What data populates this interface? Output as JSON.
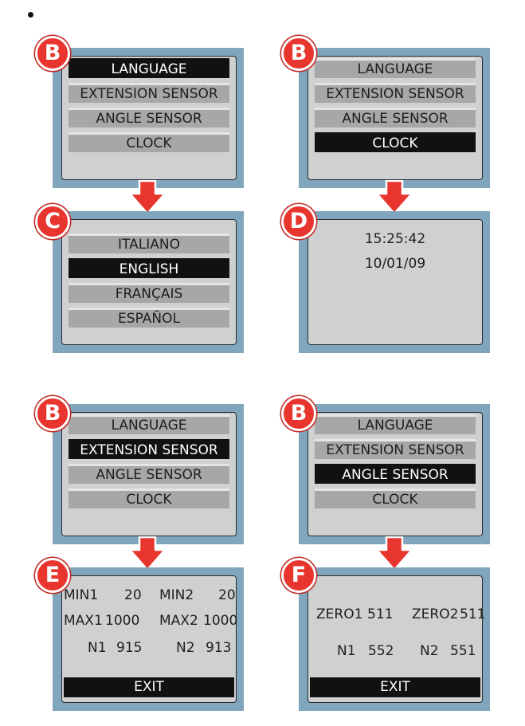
{
  "menu": {
    "language": "LANGUAGE",
    "extension_sensor": "EXTENSION SENSOR",
    "angle_sensor": "ANGLE SENSOR",
    "clock": "CLOCK"
  },
  "badges": {
    "b": "B",
    "c": "C",
    "d": "D",
    "e": "E",
    "f": "F"
  },
  "language_options": {
    "italiano": "ITALIANO",
    "english": "ENGLISH",
    "francais": "FRANÇAIS",
    "espanol": "ESPAÑOL"
  },
  "clock_screen": {
    "time": "15:25:42",
    "date": "10/01/09"
  },
  "extension_screen": {
    "min1_label": "MIN1",
    "min1_value": "20",
    "min2_label": "MIN2",
    "min2_value": "20",
    "max1_label": "MAX1",
    "max1_value": "1000",
    "max2_label": "MAX2",
    "max2_value": "1000",
    "n1_label": "N1",
    "n1_value": "915",
    "n2_label": "N2",
    "n2_value": "913",
    "exit": "EXIT"
  },
  "angle_screen": {
    "zero1_label": "ZERO1",
    "zero1_value": "511",
    "zero2_label": "ZERO2",
    "zero2_value": "511",
    "n1_label": "N1",
    "n1_value": "552",
    "n2_label": "N2",
    "n2_value": "551",
    "exit": "EXIT"
  },
  "colors": {
    "panel": "#7fa6bc",
    "screen": "#cfd0d2",
    "row": "#a6a7a9",
    "selected_row": "#111111",
    "badge": "#e8352d",
    "arrow": "#e8352d"
  }
}
